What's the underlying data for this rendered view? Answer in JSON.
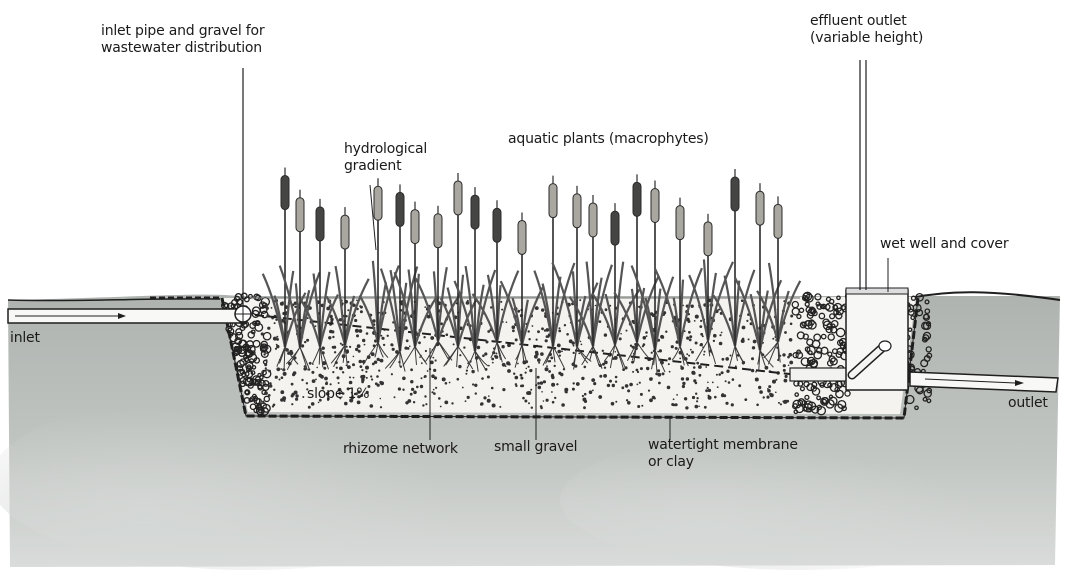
{
  "labels": {
    "inlet_pipe": [
      "inlet pipe and gravel for",
      "wastewater distribution"
    ],
    "effluent_outlet": [
      "effluent outlet",
      "(variable height)"
    ],
    "hydrological_gradient": [
      "hydrological",
      "gradient"
    ],
    "aquatic_plants": "aquatic plants (macrophytes)",
    "wet_well": "wet well and cover",
    "inlet": "inlet",
    "outlet": "outlet",
    "slope": "slope 1%",
    "rhizome_network": "rhizome network",
    "small_gravel": "small gravel",
    "membrane": [
      "watertight membrane",
      "or clay"
    ]
  },
  "colors": {
    "soil": "#b4b9b6",
    "soil_light": "#d4d8d5",
    "bed": "#f3f2ee",
    "plant_dark": "#4a4a48",
    "plant_light": "#a9a7a0",
    "line": "#1f1f1f"
  },
  "icons": [
    "cattail-plant",
    "gravel-dot",
    "pipe"
  ]
}
